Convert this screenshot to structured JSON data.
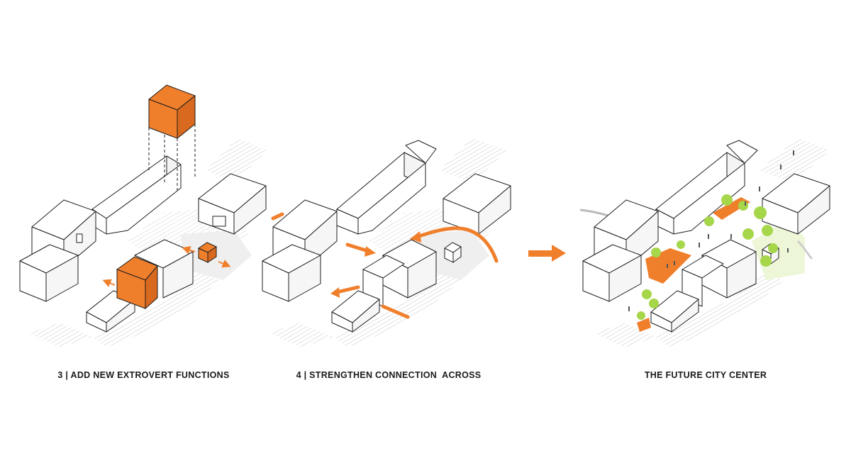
{
  "captions": {
    "step3": "3 | ADD NEW EXTROVERT FUNCTIONS",
    "step4": "4 | STRENGTHEN CONNECTION  ACROSS",
    "future": "THE FUTURE CITY CENTER"
  },
  "colors": {
    "accent_orange": "#f07f2c",
    "orange_side": "#c75f17",
    "tree_green": "#a6d64a",
    "park_tint": "#eef6d8",
    "building_fill": "#ffffff",
    "building_side": "#f6f6f6",
    "outline": "#1e1e1e",
    "street_hatch": "#c9c9c9",
    "plaza_grey": "#ececec"
  },
  "panels": [
    {
      "id": "panel-step3",
      "elements": [
        "buildings",
        "street",
        "new-functions"
      ]
    },
    {
      "id": "panel-step4",
      "elements": [
        "buildings",
        "street",
        "connection-arrows"
      ]
    },
    {
      "id": "panel-future",
      "elements": [
        "buildings",
        "street",
        "orange-plaza",
        "trees",
        "people",
        "park"
      ]
    }
  ],
  "icons": [
    "transition-arrow-icon"
  ]
}
